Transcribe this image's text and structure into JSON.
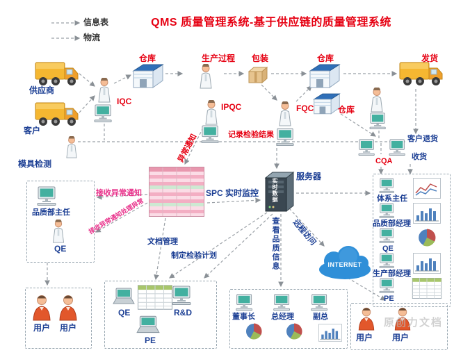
{
  "title": "QMS 质量管理系统-基于供应链的质量管理系统",
  "legend": {
    "info": "信息表",
    "logistics": "物流"
  },
  "roles_left": {
    "supplier": "供应商",
    "customer": "客户",
    "mold": "模具检测"
  },
  "flow": {
    "warehouse_a": "仓库",
    "production": "生产过程",
    "packing": "包装",
    "warehouse_b": "仓库",
    "warehouse_c": "仓库",
    "ship": "发货",
    "iqc": "IQC",
    "ipqc": "IPQC",
    "fqc": "FQC",
    "cqa": "CQA",
    "record": "记录检验结果",
    "abnormal": "异常通知",
    "return": "客户退货",
    "receive": "收货"
  },
  "center": {
    "spc": "SPC 实时监控",
    "server": "服务器",
    "server_screen": "实时数据",
    "recv_notice": "接收异常通知",
    "recv_handle": "接收异常通知处理异常",
    "doc": "文档管理",
    "plan": "制定检验计划",
    "view": "查看品质信息",
    "remote": "远程访问",
    "internet": "INTERNET"
  },
  "left_box": {
    "director": "品质部主任",
    "qe": "QE"
  },
  "right_box": [
    {
      "label": "体系主任"
    },
    {
      "label": "品质部经理"
    },
    {
      "label": "QE"
    },
    {
      "label": "生产部经理"
    },
    {
      "label": "PE"
    }
  ],
  "bottom": {
    "users_a": [
      "用户",
      "用户"
    ],
    "qe": "QE",
    "rd": "R&D",
    "pe": "PE",
    "chairman": "董事长",
    "gm": "总经理",
    "vp": "副总",
    "users_b": [
      "用户",
      "用户"
    ]
  },
  "watermark": "原创力文档",
  "colors": {
    "title": "#e60012",
    "navy": "#1c3f94",
    "red": "#e60012",
    "pink": "#e8308a",
    "line": "#9aa0a6",
    "cloud": "#2f8fd8"
  }
}
